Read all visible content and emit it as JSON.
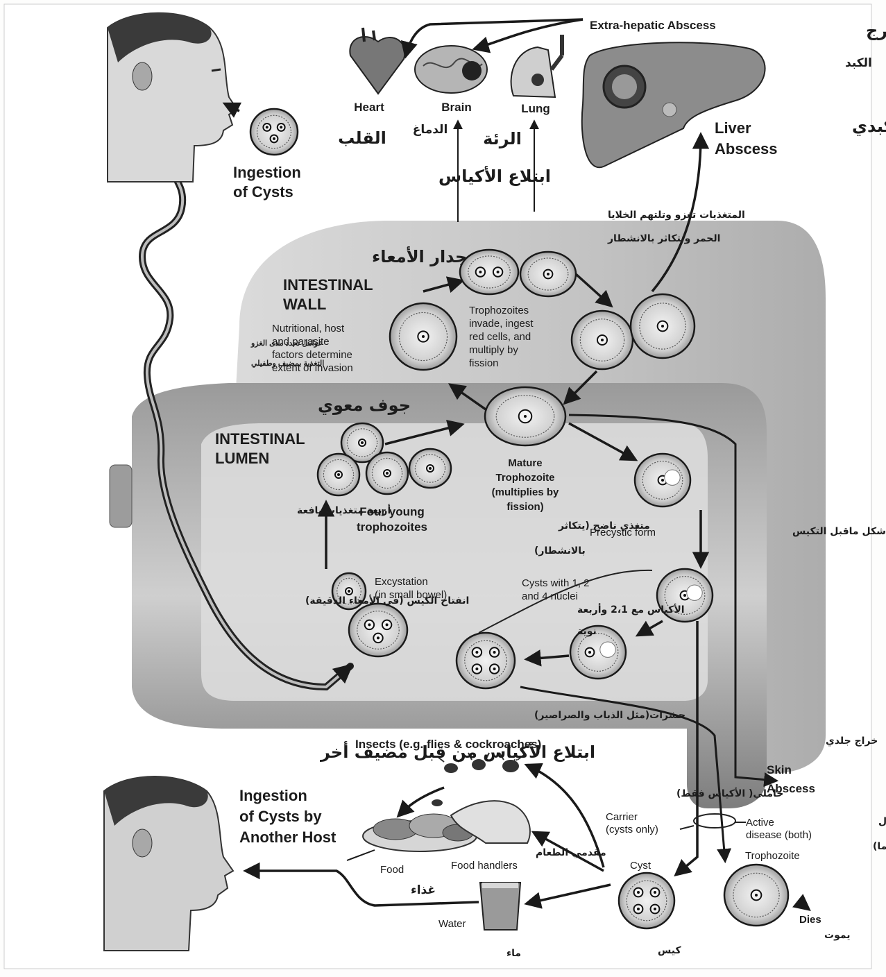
{
  "colors": {
    "wall_fill": "#bdbdbd",
    "lumen_fill": "#8f8f8f",
    "lumen_inner": "#d8d8d8",
    "cell_fill": "#e6e6e6",
    "ink": "#1a1a1a"
  },
  "icons": [
    "head-profile-icon",
    "heart-icon",
    "brain-icon",
    "lung-icon",
    "liver-icon",
    "insects-icon",
    "food-plate-icon",
    "hand-icon",
    "water-glass-icon"
  ],
  "top": {
    "extra_hepatic_en": "Extra-hepatic Abscess",
    "extra_hepatic_ar_1": "خراج خارج",
    "extra_hepatic_ar_2": "الكبد",
    "heart_en": "Heart",
    "heart_ar": "القلب",
    "brain_en": "Brain",
    "brain_ar": "الدماغ",
    "lung_en": "Lung",
    "lung_ar": "الرئة",
    "liver_en_1": "Liver",
    "liver_en_2": "Abscess",
    "liver_ar": "خراج كبدي",
    "ingestion_en_1": "Ingestion",
    "ingestion_en_2": "of Cysts",
    "ingestion_ar": "ابتلاع الأكياس"
  },
  "wall": {
    "ar_title": "جدار الأمعاء",
    "en_title_1": "INTESTINAL",
    "en_title_2": "WALL",
    "note_lines": [
      "Nutritional, host",
      "and parasite",
      "factors determine",
      "extent of invasion"
    ],
    "note_ar_1": "عوامل تحدد مدى الغزو",
    "note_ar_2": "التغذية بمضيف وطفيلي",
    "invade_ar_1": "المتغذيات تغزو وتلتهم الخلايا",
    "invade_ar_2": "الحمر وتتكاثر بالانشطار",
    "troph_lines": [
      "Trophozoites",
      "invade, ingest",
      "red cells, and",
      "multiply by",
      "fission"
    ]
  },
  "lumen": {
    "ar_title": "جوف معوي",
    "en_title_1": "INTESTINAL",
    "en_title_2": "LUMEN",
    "four_young_1": "Four young",
    "four_young_2": "trophozoites",
    "four_young_ar": "أربعة متغذيات يافعة",
    "mature_lines": [
      "Mature",
      "Trophozoite",
      "(multiplies by",
      "fission)"
    ],
    "mature_ar_1": "متغذي ناضج (يتكاثر",
    "mature_ar_2": "بالانشطار)",
    "precystic": "Precystic form",
    "precystic_ar": "شكل ماقبل التكيس",
    "excyst_1": "Excystation",
    "excyst_2": "(in small bowel)",
    "excyst_ar": "انفتاح الكيس (في الأمعاء الدقيقة)",
    "cysts_nuclei_1": "Cysts with 1, 2",
    "cysts_nuclei_2": "and 4 nuclei",
    "cysts_nuclei_ar_1": "الأكياس مع 2،1 وأربعة",
    "cysts_nuclei_ar_2": "نوية"
  },
  "bottom": {
    "insects_ar": "حشرات(مثل الذباب والصراصير)",
    "insects_en": "Insects (e.g. flies & cockroaches)",
    "another_ar": "ابتلاع الأكياس من قبل مضيف أخر",
    "another_en_1": "Ingestion",
    "another_en_2": "of Cysts by",
    "another_en_3": "Another Host",
    "food_en": "Food",
    "food_ar": "غذاء",
    "handlers_ar": "مقدمي الطعام",
    "handlers_en": "Food handlers",
    "water_en": "Water",
    "water_ar": "ماء",
    "carrier_ar": "حاملي( الأكياس فقط)",
    "carrier_en_1": "Carrier",
    "carrier_en_2": "(cysts only)",
    "cyst_en": "Cyst",
    "cyst_ar": "كيس",
    "skin_ar": "خراج جلدي",
    "skin_en_1": "Skin",
    "skin_en_2": "Abscess",
    "active_en_1": "Active",
    "active_en_2": "disease (both)",
    "active_ar_1": "مرض فعال",
    "active_ar_2": "(كلاهما)",
    "troph_en": "Trophozoite",
    "dies_en": "Dies",
    "dies_ar": "يموت"
  }
}
